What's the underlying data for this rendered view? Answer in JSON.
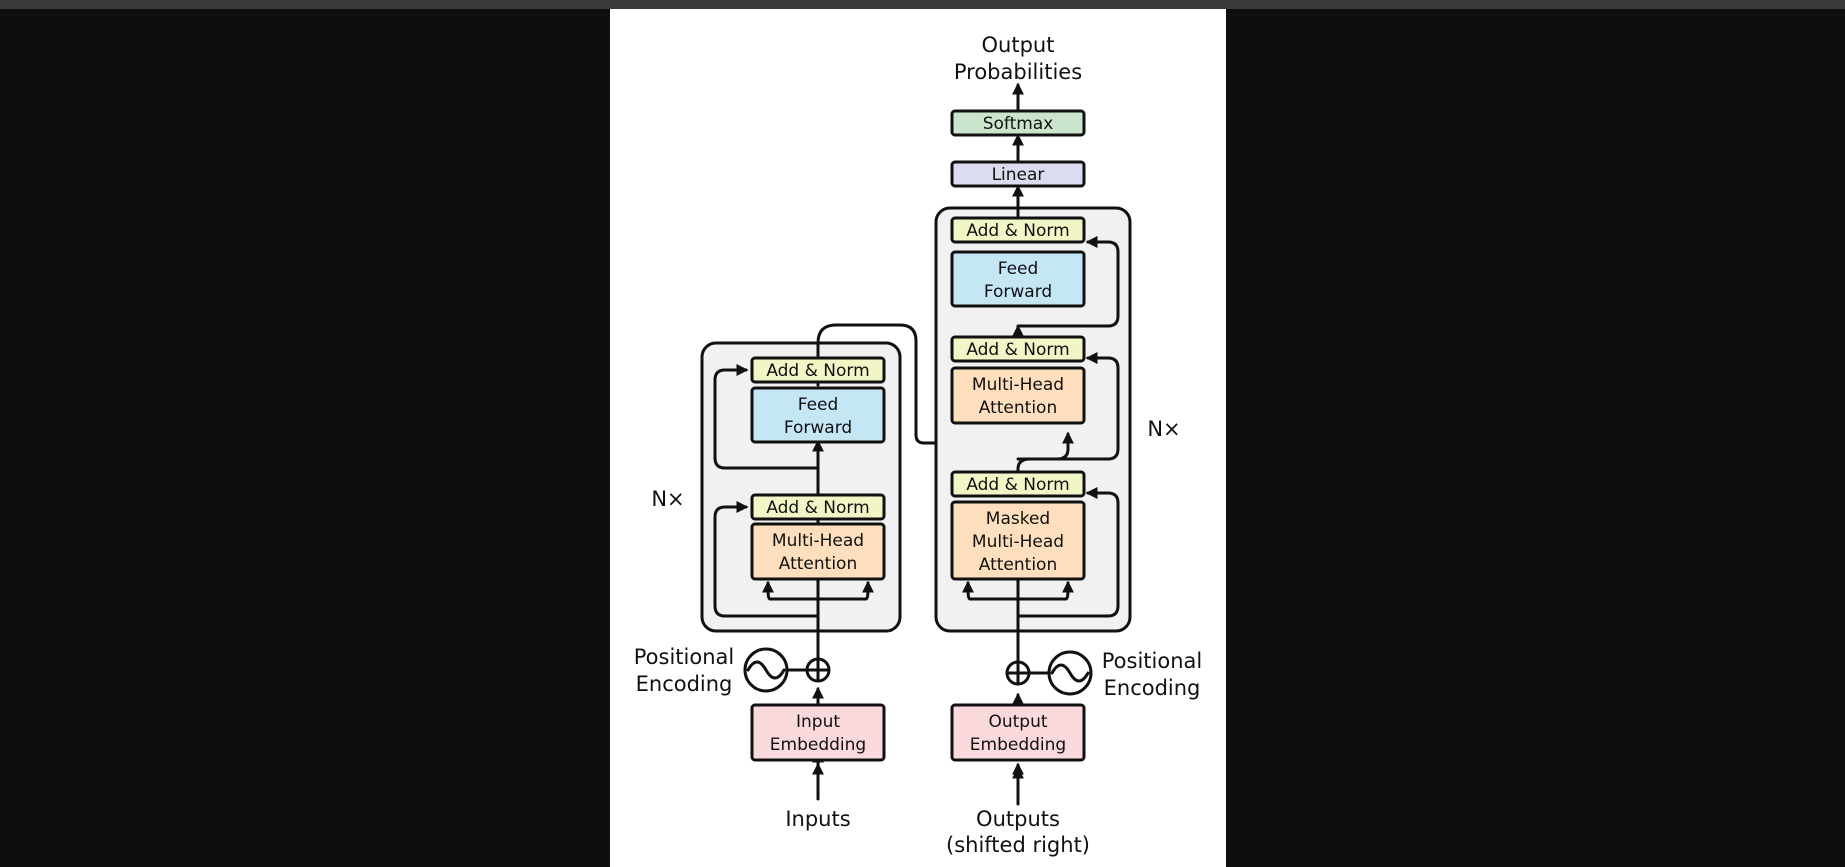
{
  "colors": {
    "add_norm": "#f2f5c6",
    "feed_forward": "#c5e6f5",
    "attention": "#fddfbe",
    "embedding": "#f9d9dc",
    "linear": "#dbdcf0",
    "softmax": "#cbe5cc",
    "stack": "#f1f1f1"
  },
  "labels": {
    "output_probabilities": [
      "Output",
      "Probabilities"
    ],
    "softmax": "Softmax",
    "linear": "Linear",
    "add_norm": "Add & Norm",
    "feed_forward": [
      "Feed",
      "Forward"
    ],
    "multi_head_attention": [
      "Multi-Head",
      "Attention"
    ],
    "masked_multi_head_attention": [
      "Masked",
      "Multi-Head",
      "Attention"
    ],
    "nx": "N×",
    "positional_encoding": [
      "Positional",
      "Encoding"
    ],
    "input_embedding": [
      "Input",
      "Embedding"
    ],
    "output_embedding": [
      "Output",
      "Embedding"
    ],
    "inputs": "Inputs",
    "outputs": [
      "Outputs",
      "(shifted right)"
    ]
  },
  "icons": {
    "adder": "circled-plus-icon",
    "positional": "sine-wave-icon"
  }
}
